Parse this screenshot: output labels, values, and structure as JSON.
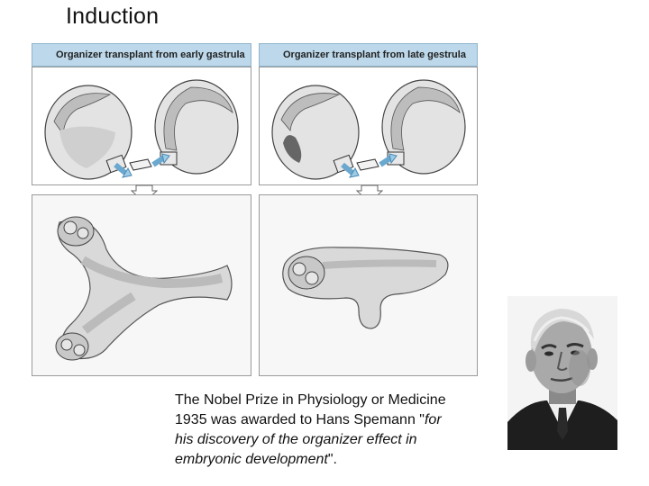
{
  "slide": {
    "title": "Induction"
  },
  "figure": {
    "panels": [
      {
        "header": "Organizer transplant from early gastrula"
      },
      {
        "header": "Organizer transplant from late gestrula"
      }
    ]
  },
  "caption": {
    "line1": "The Nobel Prize in Physiology or Medicine",
    "line2_plain": "1935 was awarded to Hans Spemann \"",
    "line2_italic": "for",
    "line3": "his discovery of the organizer effect in",
    "line4_italic": "embryonic development",
    "line4_end": "\"."
  },
  "colors": {
    "header_bg": "#bcd8ea",
    "arrow_blue": "#9ccbe6",
    "embryo_grey": "#d9d9d9"
  }
}
